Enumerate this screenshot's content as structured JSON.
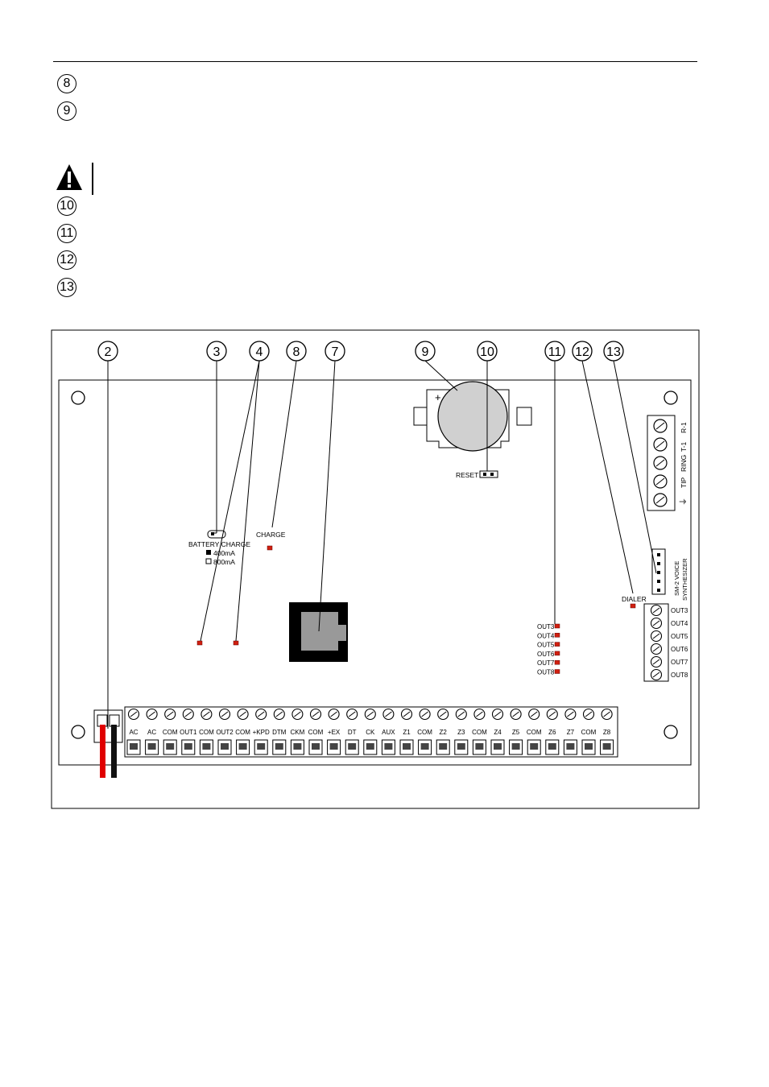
{
  "legend": {
    "items": [
      {
        "num": "8"
      },
      {
        "num": "9"
      },
      {
        "num": "10"
      },
      {
        "num": "11"
      },
      {
        "num": "12"
      },
      {
        "num": "13"
      }
    ]
  },
  "callouts": [
    "2",
    "3",
    "4",
    "8",
    "7",
    "9",
    "10",
    "11",
    "12",
    "13"
  ],
  "board": {
    "battery_charge_label": "BATTERY CHARGE",
    "opt_400": "400mA",
    "opt_800": "800mA",
    "charge_label": "CHARGE",
    "reset_label": "RESET",
    "dialer_label": "DIALER",
    "phone_labels": [
      "R-1",
      "T-1",
      "RING",
      "TIP",
      "⏚"
    ],
    "voice_label_1": "SM-2 VOICE",
    "voice_label_2": "SYNTHESIZER",
    "led_outputs": [
      "OUT3",
      "OUT4",
      "OUT5",
      "OUT6",
      "OUT7",
      "OUT8"
    ],
    "right_terminals": [
      "OUT3",
      "OUT4",
      "OUT5",
      "OUT6",
      "OUT7",
      "OUT8"
    ],
    "bottom_terminals": [
      "AC",
      "AC",
      "COM",
      "OUT1",
      "COM",
      "OUT2",
      "COM",
      "+KPD",
      "DTM",
      "CKM",
      "COM",
      "+EX",
      "DT",
      "CK",
      "AUX",
      "Z1",
      "COM",
      "Z2",
      "Z3",
      "COM",
      "Z4",
      "Z5",
      "COM",
      "Z6",
      "Z7",
      "COM",
      "Z8"
    ]
  },
  "colors": {
    "led": "#d02010",
    "wire_red": "#e00000",
    "wire_black": "#111111",
    "battery": "#d0d0d0",
    "rj": "#999999"
  }
}
